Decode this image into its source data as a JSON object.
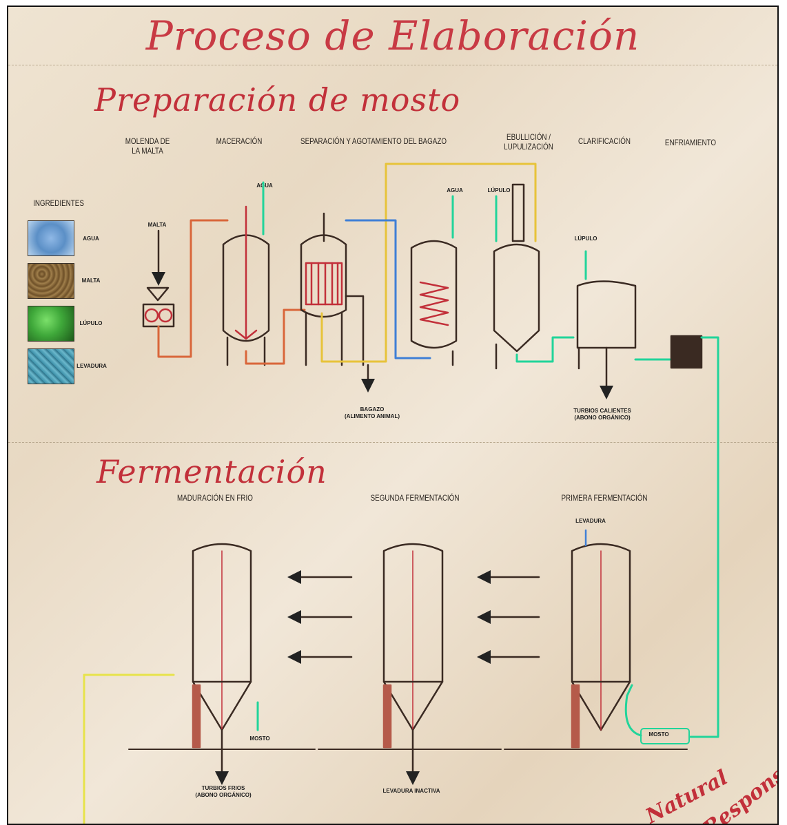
{
  "title": "Proceso de Elaboración",
  "sections": {
    "wort": "Preparación de mosto",
    "fermentation": "Fermentación"
  },
  "wort_steps": {
    "milling": "MOLENDA DE\nLA MALTA",
    "mashing": "MACERACIÓN",
    "lautering": "SEPARACIÓN Y AGOTAMIENTO DEL BAGAZO",
    "boiling": "EBULLICIÓN /\nLUPULIZACIÓN",
    "clarification": "CLARIFICACIÓN",
    "cooling": "ENFRIAMIENTO"
  },
  "ingredients": {
    "heading": "INGREDIENTES",
    "items": [
      {
        "label": "AGUA",
        "color": "#5b8fc6"
      },
      {
        "label": "MALTA",
        "color": "#8a6a3c"
      },
      {
        "label": "LÚPULO",
        "color": "#3fa83a"
      },
      {
        "label": "LEVADURA",
        "color": "#3c8fa8"
      }
    ]
  },
  "inputs": {
    "malta": "MALTA",
    "agua1": "AGUA",
    "agua2": "AGUA",
    "lupulo1": "LÚPULO",
    "lupulo2": "LÚPULO",
    "levadura": "LEVADURA",
    "mosto": "MOSTO",
    "mosto_feed": "MOSTO"
  },
  "outputs": {
    "bagazo": "BAGAZO\n(ALIMENTO ANIMAL)",
    "turbios_calientes": "TURBIOS CALIENTES\n(ABONO ORGÁNICO)",
    "turbios_frios": "TURBIOS FRIOS\n(ABONO ORGÁNICO)",
    "levadura_inactiva": "LEVADURA INACTIVA"
  },
  "fermentation_steps": {
    "cold_maturation": "MADURACIÓN EN FRIO",
    "second": "SEGUNDA FERMENTACIÓN",
    "first": "PRIMERA FERMENTACIÓN"
  },
  "watermark": [
    "Natural",
    "Responsable"
  ],
  "colors": {
    "title": "#c83a44",
    "orange_line": "#d9663a",
    "yellow_line": "#e7c33a",
    "blue_line": "#3f7fd6",
    "green_line": "#21d49a",
    "tank_red": "#d0463c"
  }
}
